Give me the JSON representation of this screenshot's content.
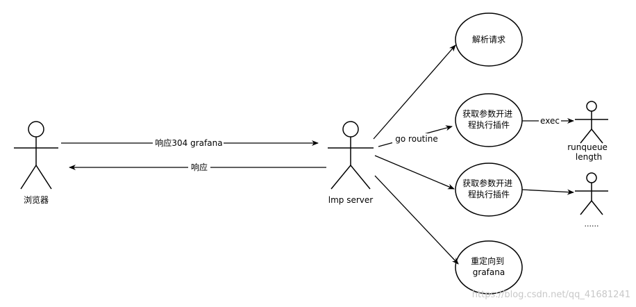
{
  "actors": {
    "browser": "浏览器",
    "server": "lmp server",
    "runqueue": "runqueue\nlength",
    "other": "......"
  },
  "nodes": {
    "parse": "解析请求",
    "plugin_exec": "获取参数开进\n程执行插件",
    "plugin_other": "获取参数开进\n程执行插件",
    "redirect": "重定向到\ngrafana"
  },
  "edges": {
    "request": "响应304 grafana",
    "response": "响应",
    "go_routine": "go routine",
    "exec": "exec"
  },
  "watermark": "https://blog.csdn.net/qq_41681241"
}
